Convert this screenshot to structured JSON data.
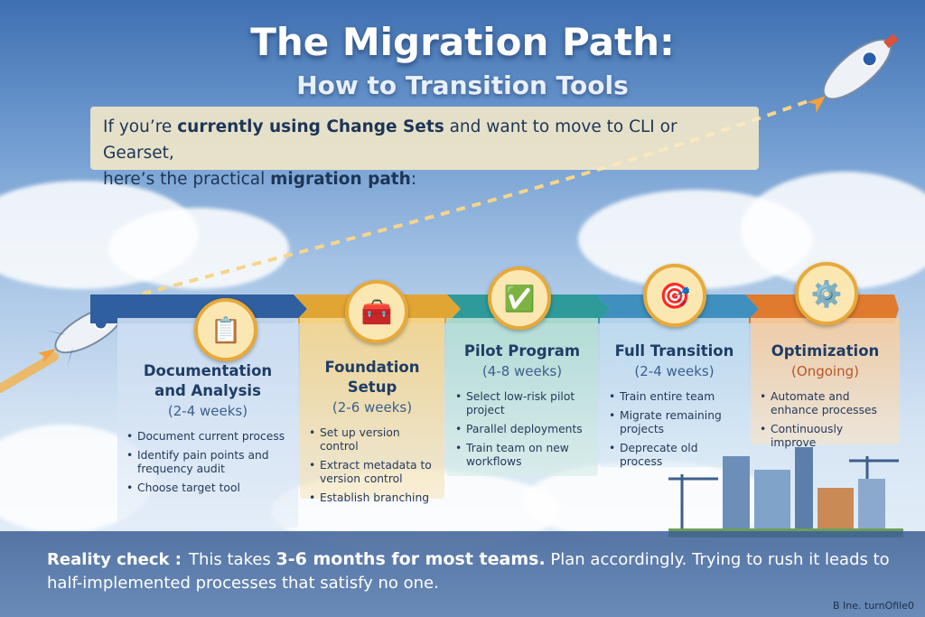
{
  "title": "The Migration Path:",
  "subtitle": "How to Transition Tools",
  "intro": {
    "part1": "If you’re ",
    "bold1": "currently using Change Sets",
    "part2": " and want to move to CLI or Gearset,",
    "part3": "here’s the practical ",
    "bold2": "migration path",
    "part4": ":"
  },
  "phases": [
    {
      "title": "Documentation and Analysis",
      "duration": "(2-4 weeks)",
      "icon": "clipboard-magnifier-icon",
      "items": [
        "Document current process",
        "Identify pain points and frequency audit",
        "Choose target tool"
      ]
    },
    {
      "title": "Foundation Setup",
      "duration": "(2-6 weeks)",
      "icon": "toolbox-icon",
      "items": [
        "Set up version control",
        "Extract metadata to version control",
        "Establish branching"
      ]
    },
    {
      "title": "Pilot Program",
      "duration": "(4-8 weeks)",
      "icon": "checkmark-folder-icon",
      "items": [
        "Select low-risk pilot project",
        "Parallel deployments",
        "Train team on new workflows"
      ]
    },
    {
      "title": "Full Transition",
      "duration": "(2-4 weeks)",
      "icon": "target-icon",
      "items": [
        "Train entire team",
        "Migrate remaining projects",
        "Deprecate old process"
      ]
    },
    {
      "title": "Optimization",
      "duration": "(Ongoing)",
      "icon": "gear-rocket-icon",
      "items": [
        "Automate and enhance processes",
        "Continuously improve"
      ]
    }
  ],
  "reality": {
    "label": "Reality check :",
    "text1": "This takes ",
    "highlight": "3-6 months for most teams.",
    "text2": " Plan accordingly. Trying to rush it leads to half-implemented processes that satisfy no one."
  },
  "credit": "B Ine. turnOfile0",
  "colors": {
    "phase1": "#2f5f9e",
    "phase2": "#e1a534",
    "phase3": "#2e9a9a",
    "phase4": "#3f8fbf",
    "phase5": "#e07a2f"
  }
}
